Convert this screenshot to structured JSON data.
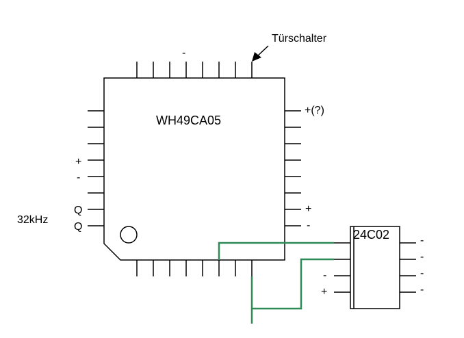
{
  "chip_main": {
    "label": "WH49CA05"
  },
  "chip_eeprom": {
    "label": "24C02"
  },
  "labels": {
    "door_switch": "Türschalter",
    "top_minus": "-",
    "right_plus_q": "+(?)",
    "right_plus": "+",
    "right_minus": "-",
    "left_plus": "+",
    "left_minus": "-",
    "left_q1": "Q",
    "left_q2": "Q",
    "crystal": "32kHz",
    "ee_left_minus": "-",
    "ee_left_plus": "+",
    "ee_right_1": "-",
    "ee_right_2": "-",
    "ee_right_3": "-",
    "ee_right_4": "-"
  },
  "colors": {
    "ink": "#000000",
    "trace": "#2e8b57"
  }
}
